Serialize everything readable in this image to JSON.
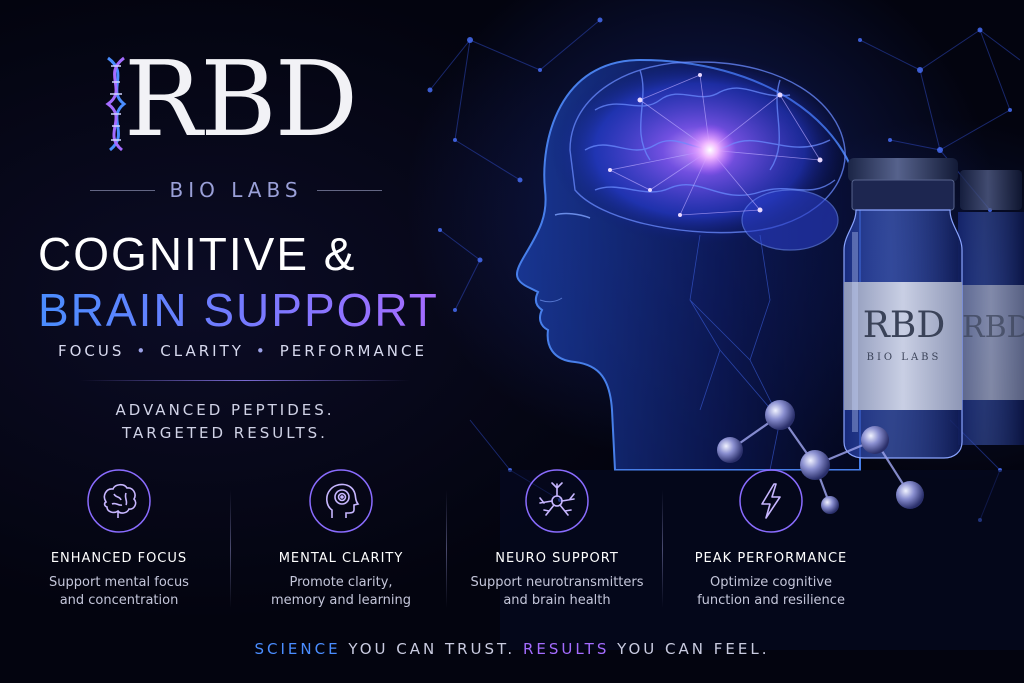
{
  "brand": {
    "logo_text": "RBD",
    "subtitle": "BIO LABS"
  },
  "headline": {
    "line1": "COGNITIVE &",
    "line2": "BRAIN SUPPORT"
  },
  "tagline": [
    "FOCUS",
    "CLARITY",
    "PERFORMANCE"
  ],
  "tagline_separator": "•",
  "intro": {
    "line1": "ADVANCED PEPTIDES.",
    "line2": "TARGETED RESULTS."
  },
  "features": [
    {
      "title": "ENHANCED FOCUS",
      "desc_line1": "Support mental focus",
      "desc_line2": "and concentration",
      "icon": "brain-outline-icon"
    },
    {
      "title": "MENTAL CLARITY",
      "desc_line1": "Promote clarity,",
      "desc_line2": "memory and learning",
      "icon": "head-target-icon"
    },
    {
      "title": "NEURO SUPPORT",
      "desc_line1": "Support neurotransmitters",
      "desc_line2": "and brain health",
      "icon": "neuron-icon"
    },
    {
      "title": "PEAK PERFORMANCE",
      "desc_line1": "Optimize cognitive",
      "desc_line2": "function and resilience",
      "icon": "lightning-icon"
    }
  ],
  "footer": {
    "w1": "SCIENCE",
    "w2": " YOU CAN TRUST. ",
    "w3": "RESULTS",
    "w4": " YOU CAN FEEL."
  },
  "vial": {
    "label_brand": "RBD",
    "label_sub": "BIO LABS"
  },
  "colors": {
    "background": "#03040f",
    "accent_blue": "#4a8dff",
    "accent_purple": "#a46cff",
    "glow": "#3a5cff"
  }
}
